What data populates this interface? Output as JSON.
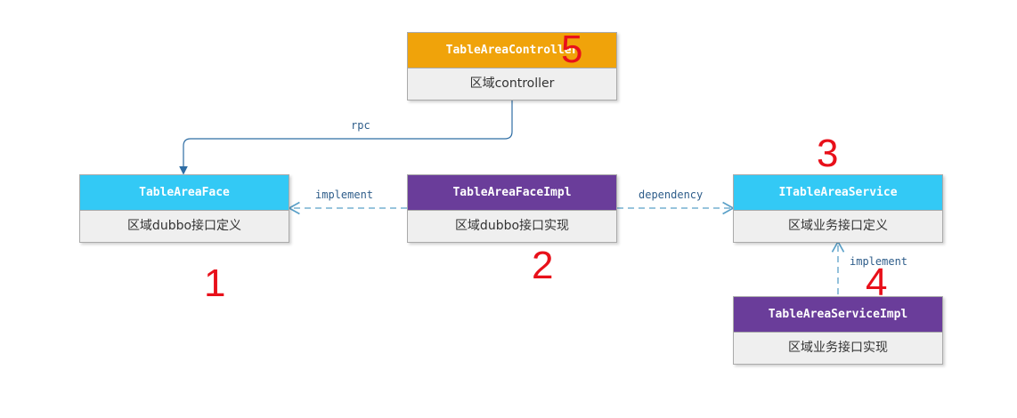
{
  "colors": {
    "controller": "#f0a30a",
    "face": "#33c9f5",
    "impl": "#6a3d9a",
    "edge": "#2e6da4",
    "number": "#e8101a"
  },
  "nodes": {
    "controller": {
      "title": "TableAreaController",
      "desc": "区域controller"
    },
    "face": {
      "title": "TableAreaFace",
      "desc": "区域dubbo接口定义"
    },
    "face_impl": {
      "title": "TableAreaFaceImpl",
      "desc": "区域dubbo接口实现"
    },
    "service": {
      "title": "ITableAreaService",
      "desc": "区域业务接口定义"
    },
    "service_impl": {
      "title": "TableAreaServiceImpl",
      "desc": "区域业务接口实现"
    }
  },
  "edges": {
    "rpc": "rpc",
    "implement_face": "implement",
    "dependency": "dependency",
    "implement_service": "implement"
  },
  "numbers": {
    "n1": "1",
    "n2": "2",
    "n3": "3",
    "n4": "4",
    "n5": "5"
  }
}
